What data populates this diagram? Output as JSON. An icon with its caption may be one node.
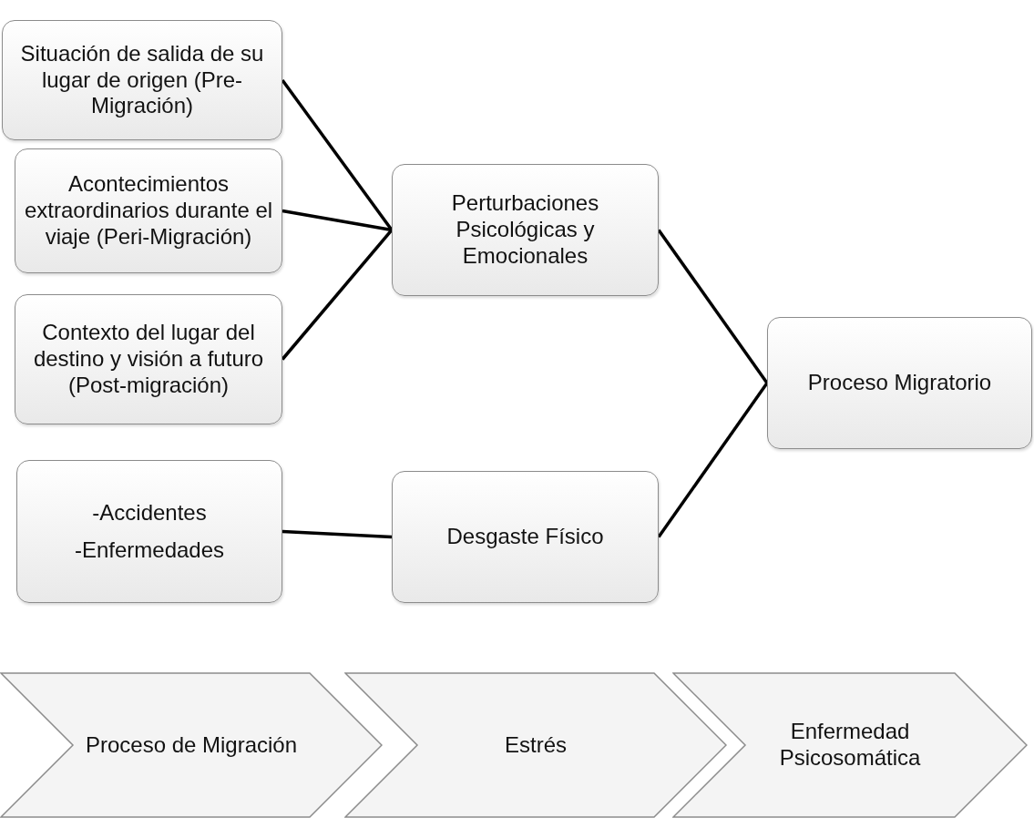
{
  "diagram": {
    "nodes": [
      {
        "text": [
          "Situación de salida de su lugar de origen (Pre-Migración)"
        ]
      },
      {
        "text": [
          "Acontecimientos extraordinarios durante el viaje (Peri-Migración)"
        ]
      },
      {
        "text": [
          "Contexto del lugar del destino y visión a futuro (Post-migración)"
        ]
      },
      {
        "text": [
          "-Accidentes",
          "-Enfermedades"
        ]
      },
      {
        "text": [
          "Perturbaciones Psicológicas y Emocionales"
        ]
      },
      {
        "text": [
          "Desgaste Físico"
        ]
      },
      {
        "text": [
          "Proceso Migratorio"
        ]
      },
      {
        "text": [
          "Proceso de Migración"
        ]
      },
      {
        "text": [
          "Estrés"
        ]
      },
      {
        "text": [
          "Enfermedad Psicosomática"
        ]
      }
    ],
    "edges": [
      {
        "from": 0,
        "to": 4,
        "arrow": "none"
      },
      {
        "from": 1,
        "to": 4,
        "arrow": "none"
      },
      {
        "from": 2,
        "to": 4,
        "arrow": "none"
      },
      {
        "from": 3,
        "to": 5,
        "arrow": "none"
      },
      {
        "from": 4,
        "to": 6,
        "arrow": "none"
      },
      {
        "from": 5,
        "to": 6,
        "arrow": "none"
      }
    ]
  }
}
